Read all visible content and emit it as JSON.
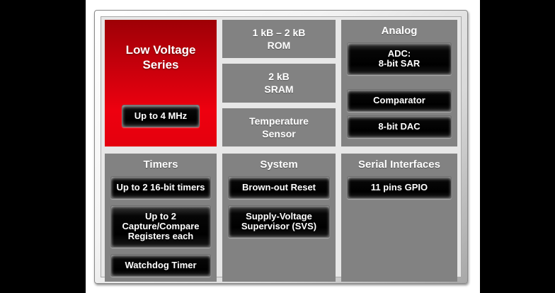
{
  "colors": {
    "canvas_black": "#000000",
    "inner_bg": "#e7e7e7",
    "panel_gray": "#828282",
    "red_top": "#9e0006",
    "red_bottom": "#ee000f",
    "button_black": "#000000",
    "text_white": "#ffffff"
  },
  "series_block": {
    "title": "Low Voltage\nSeries",
    "speed_button": "Up to 4 MHz"
  },
  "memory": {
    "blocks": [
      "1 kB – 2 kB\nROM",
      "2 kB\nSRAM",
      "Temperature\nSensor"
    ]
  },
  "analog": {
    "title": "Analog",
    "buttons": [
      "ADC:\n8-bit SAR",
      "Comparator",
      "8-bit DAC"
    ]
  },
  "timers": {
    "title": "Timers",
    "buttons": [
      "Up to 2 16-bit timers",
      "Up to 2\nCapture/Compare\nRegisters each",
      "Watchdog Timer"
    ]
  },
  "system": {
    "title": "System",
    "buttons": [
      "Brown-out Reset",
      "Supply-Voltage\nSupervisor (SVS)"
    ]
  },
  "serial": {
    "title": "Serial Interfaces",
    "buttons": [
      "11 pins GPIO"
    ]
  }
}
